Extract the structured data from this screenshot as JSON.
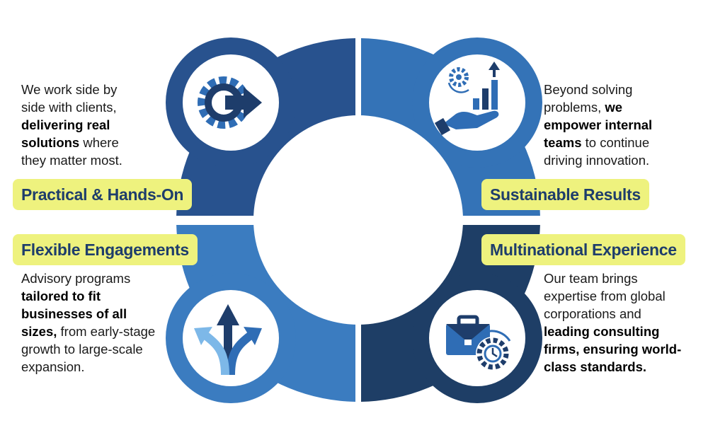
{
  "quadrants": [
    {
      "id": "practical",
      "title": "Practical & Hands-On",
      "desc": [
        {
          "t": "We work side by",
          "b": false
        },
        {
          "t": "side with clients,",
          "b": false
        },
        {
          "t": "delivering real",
          "b": true
        },
        {
          "t": "solutions",
          "b": true,
          "rest": " where"
        },
        {
          "t": "they matter most.",
          "b": false
        }
      ],
      "icon": "gear-arrow-icon",
      "color": "#28528E"
    },
    {
      "id": "sustainable",
      "title": "Sustainable Results",
      "desc": [
        {
          "t": "Beyond solving",
          "b": false
        },
        {
          "t": "problems, ",
          "b": false,
          "bold_tail": "we"
        },
        {
          "t": "empower internal",
          "b": true
        },
        {
          "t": "teams",
          "b": true,
          "rest": " to continue"
        },
        {
          "t": "driving innovation.",
          "b": false
        }
      ],
      "icon": "growth-hand-icon",
      "color": "#3473B7"
    },
    {
      "id": "flexible",
      "title": "Flexible Engagements",
      "desc": [
        {
          "t": "Advisory programs",
          "b": false
        },
        {
          "t": "tailored to fit",
          "b": true
        },
        {
          "t": "businesses of all",
          "b": true
        },
        {
          "t": "sizes,",
          "b": true,
          "rest": " from early-stage"
        },
        {
          "t": "growth to large-scale",
          "b": false
        },
        {
          "t": "expansion.",
          "b": false
        }
      ],
      "icon": "split-arrows-icon",
      "color": "#3B7CC0"
    },
    {
      "id": "multinational",
      "title": "Multinational Experience",
      "desc": [
        {
          "t": "Our team brings",
          "b": false
        },
        {
          "t": "expertise from global",
          "b": false
        },
        {
          "t": "corporations and",
          "b": false
        },
        {
          "t": "leading consulting",
          "b": true
        },
        {
          "t": "firms, ensuring world-",
          "b": true
        },
        {
          "t": "class standards.",
          "b": true
        }
      ],
      "icon": "briefcase-clock-icon",
      "color": "#1E3E66"
    }
  ],
  "colors": {
    "label_bg": "#EEF27E",
    "label_text": "#1E3D6B",
    "icon_dark": "#1E3D6B",
    "icon_mid": "#2F6DB5",
    "icon_light": "#7DB8E8"
  }
}
